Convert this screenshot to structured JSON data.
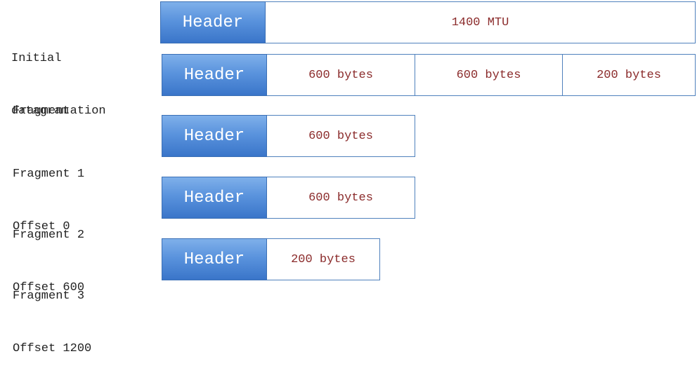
{
  "rows": [
    {
      "label_line1": "Initial",
      "label_line2": "datagram",
      "header": "Header",
      "cells": [
        "1400 MTU"
      ]
    },
    {
      "label_line1": "Fragmentation",
      "header": "Header",
      "cells": [
        "600 bytes",
        "600 bytes",
        "200 bytes"
      ]
    },
    {
      "label_line1": "Fragment 1",
      "label_line2": "Offset 0",
      "header": "Header",
      "cells": [
        "600 bytes"
      ]
    },
    {
      "label_line1": "Fragment 2",
      "label_line2": "Offset 600",
      "header": "Header",
      "cells": [
        "600 bytes"
      ]
    },
    {
      "label_line1": "Fragment 3",
      "label_line2": "Offset 1200",
      "header": "Header",
      "cells": [
        "200 bytes"
      ]
    }
  ],
  "colors": {
    "header_fill": "#5a93dd",
    "cell_border": "#4f81bd",
    "cell_text": "#8b2b2b"
  }
}
